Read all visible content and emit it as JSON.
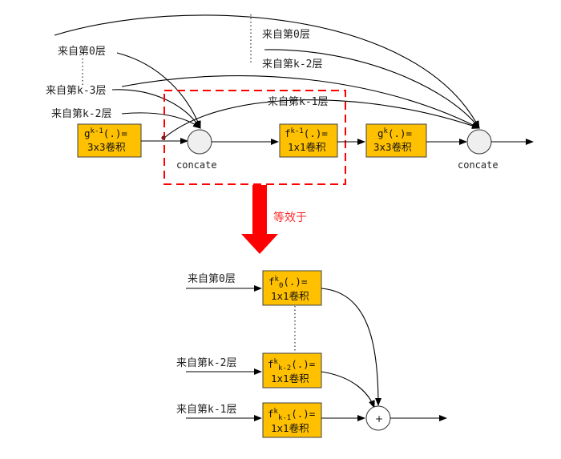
{
  "top": {
    "inputs": {
      "layer0_label": "来自第0层",
      "layer_k2_top_label": "来自第k-2层",
      "layer_k3_label": "来自第k-3层",
      "layer_k2_label": "来自第k-2层",
      "layer_k1_label": "来自第k-1层"
    },
    "box_g_km1": {
      "func": "g",
      "sup": "k-1",
      "args": "(.)=",
      "line2": "3x3卷积"
    },
    "box_f_km1": {
      "func": "f",
      "sup": "k-1",
      "args": "(.)=",
      "line2": "1x1卷积"
    },
    "box_g_k": {
      "func": "g",
      "sup": "k",
      "args": "(.)=",
      "line2": "3x3卷积"
    },
    "concat_left_label": "concate",
    "concat_right_label": "concate"
  },
  "equivalence": {
    "label": "等效于",
    "color": "#ff0000"
  },
  "bottom": {
    "inputs": {
      "layer0_label": "来自第0层",
      "layer_k2_label": "来自第k-2层",
      "layer_k1_label": "来自第k-1层"
    },
    "box_f0": {
      "func": "f",
      "sup": "k",
      "sub": "0",
      "args": "(.)=",
      "line2": "1x1卷积"
    },
    "box_fk2": {
      "func": "f",
      "sup": "k",
      "sub": "k-2",
      "args": "(.)=",
      "line2": "1x1卷积"
    },
    "box_fk1": {
      "func": "f",
      "sup": "k",
      "sub": "k-1",
      "args": "(.)=",
      "line2": "1x1卷积"
    },
    "sum_symbol": "+"
  },
  "colors": {
    "box_fill": "#ffc000",
    "node_fill": "#efefef",
    "highlight_border": "#ff0000",
    "arrow_red": "#ff0000"
  }
}
